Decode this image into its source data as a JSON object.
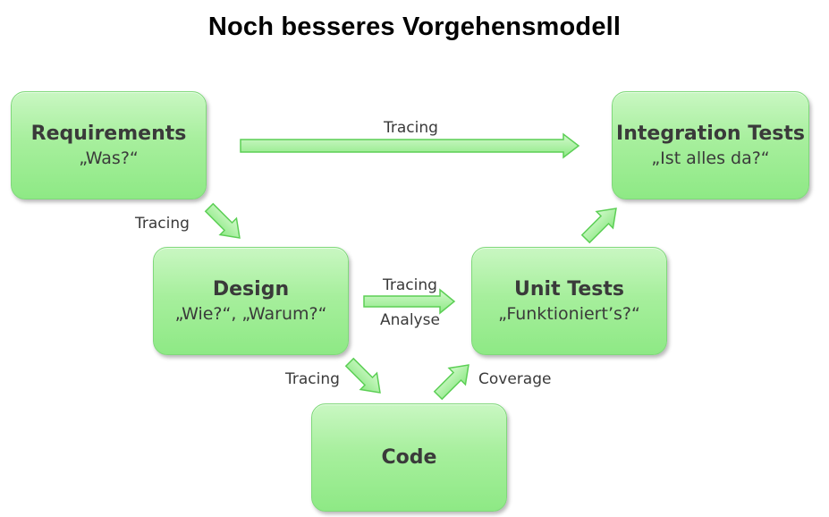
{
  "title": "Noch besseres Vorgehensmodell",
  "boxes": {
    "requirements": {
      "title": "Requirements",
      "subtitle": "„Was?“"
    },
    "design": {
      "title": "Design",
      "subtitle": "„Wie?“, „Warum?“"
    },
    "code": {
      "title": "Code",
      "subtitle": ""
    },
    "unit_tests": {
      "title": "Unit Tests",
      "subtitle": "„Funktioniert’s?“"
    },
    "integration_tests": {
      "title": "Integration Tests",
      "subtitle": "„Ist alles da?“"
    }
  },
  "edges": {
    "requirements_to_integration": "Tracing",
    "requirements_to_design": "Tracing",
    "design_to_unit_tests_top": "Tracing",
    "design_to_unit_tests_bottom": "Analyse",
    "design_to_code": "Tracing",
    "code_to_unit_tests": "Coverage"
  },
  "colors": {
    "box_fill": "#a7ef9d",
    "box_border": "#7fd97a",
    "arrow_fill": "#a8f29c",
    "arrow_stroke": "#5ccf55"
  }
}
